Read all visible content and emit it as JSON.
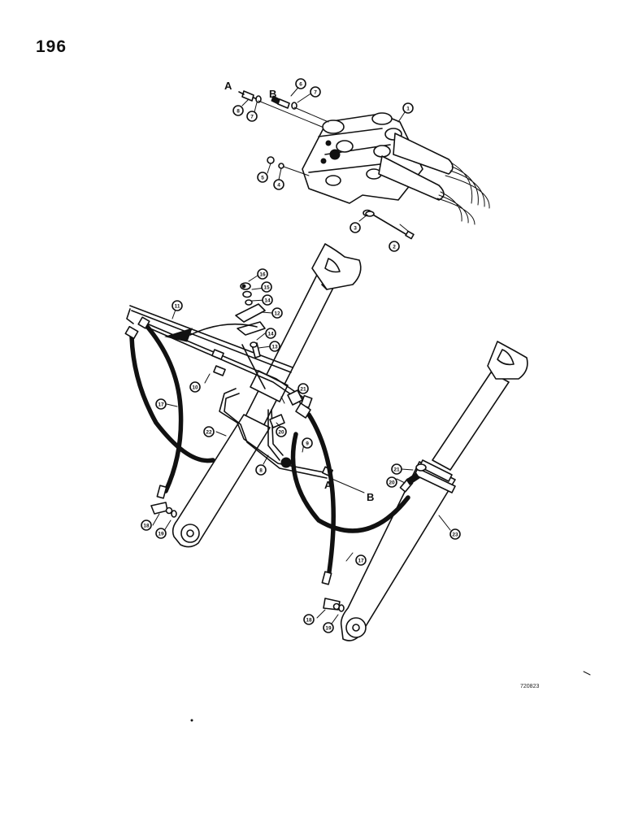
{
  "page": {
    "number": "196",
    "drawing_code": "720823"
  },
  "ports": [
    {
      "id": "port-a-valve",
      "label": "A"
    },
    {
      "id": "port-b-valve",
      "label": "B"
    },
    {
      "id": "port-a-line",
      "label": "A"
    },
    {
      "id": "port-b-line",
      "label": "B"
    }
  ],
  "callouts": [
    {
      "id": "c1",
      "label": "1"
    },
    {
      "id": "c2",
      "label": "2"
    },
    {
      "id": "c3",
      "label": "3"
    },
    {
      "id": "c4",
      "label": "4"
    },
    {
      "id": "c5",
      "label": "5"
    },
    {
      "id": "c6",
      "label": "6"
    },
    {
      "id": "c7a",
      "label": "7"
    },
    {
      "id": "c7b",
      "label": "7"
    },
    {
      "id": "c8a",
      "label": "8"
    },
    {
      "id": "c8b",
      "label": "8"
    },
    {
      "id": "c9",
      "label": "9"
    },
    {
      "id": "c10",
      "label": "10"
    },
    {
      "id": "c11",
      "label": "11"
    },
    {
      "id": "c12",
      "label": "12"
    },
    {
      "id": "c13",
      "label": "13"
    },
    {
      "id": "c14a",
      "label": "14"
    },
    {
      "id": "c14b",
      "label": "14"
    },
    {
      "id": "c15",
      "label": "15"
    },
    {
      "id": "c16",
      "label": "16"
    },
    {
      "id": "c17a",
      "label": "17"
    },
    {
      "id": "c17b",
      "label": "17"
    },
    {
      "id": "c18a",
      "label": "18"
    },
    {
      "id": "c18b",
      "label": "18"
    },
    {
      "id": "c19a",
      "label": "19"
    },
    {
      "id": "c19b",
      "label": "19"
    },
    {
      "id": "c20a",
      "label": "20"
    },
    {
      "id": "c20b",
      "label": "20"
    },
    {
      "id": "c21a",
      "label": "21"
    },
    {
      "id": "c21b",
      "label": "21"
    },
    {
      "id": "c22",
      "label": "22"
    },
    {
      "id": "c23",
      "label": "23"
    }
  ]
}
